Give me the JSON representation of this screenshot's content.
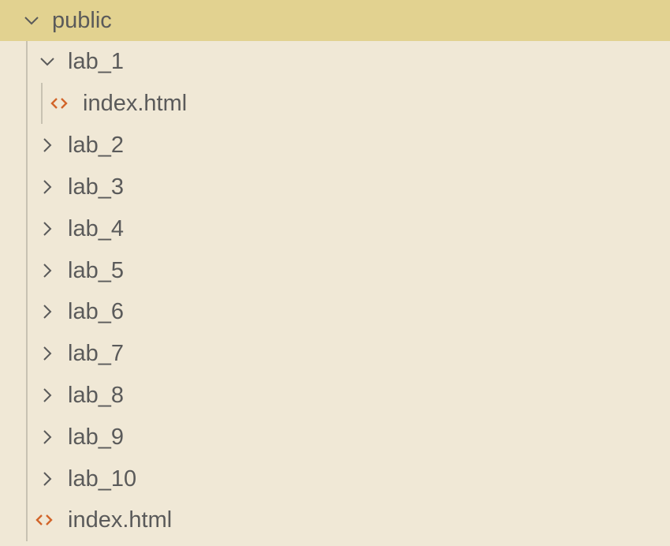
{
  "theme": {
    "background": "#f0e8d6",
    "selected_background": "#e2d290",
    "text_color": "#5a5a5a",
    "chevron_color": "#5a5a5a",
    "guide_color": "#c8c2b2",
    "html_icon_color": "#d2652a"
  },
  "tree": {
    "root": {
      "label": "public",
      "icon": "chevron-down-icon",
      "expanded": true,
      "selected": true
    },
    "lab_1": {
      "label": "lab_1",
      "icon": "chevron-down-icon",
      "expanded": true
    },
    "lab_1_index": {
      "label": "index.html",
      "icon": "html-file-icon"
    },
    "lab_2": {
      "label": "lab_2",
      "icon": "chevron-right-icon",
      "expanded": false
    },
    "lab_3": {
      "label": "lab_3",
      "icon": "chevron-right-icon",
      "expanded": false
    },
    "lab_4": {
      "label": "lab_4",
      "icon": "chevron-right-icon",
      "expanded": false
    },
    "lab_5": {
      "label": "lab_5",
      "icon": "chevron-right-icon",
      "expanded": false
    },
    "lab_6": {
      "label": "lab_6",
      "icon": "chevron-right-icon",
      "expanded": false
    },
    "lab_7": {
      "label": "lab_7",
      "icon": "chevron-right-icon",
      "expanded": false
    },
    "lab_8": {
      "label": "lab_8",
      "icon": "chevron-right-icon",
      "expanded": false
    },
    "lab_9": {
      "label": "lab_9",
      "icon": "chevron-right-icon",
      "expanded": false
    },
    "lab_10": {
      "label": "lab_10",
      "icon": "chevron-right-icon",
      "expanded": false
    },
    "public_index": {
      "label": "index.html",
      "icon": "html-file-icon"
    }
  }
}
